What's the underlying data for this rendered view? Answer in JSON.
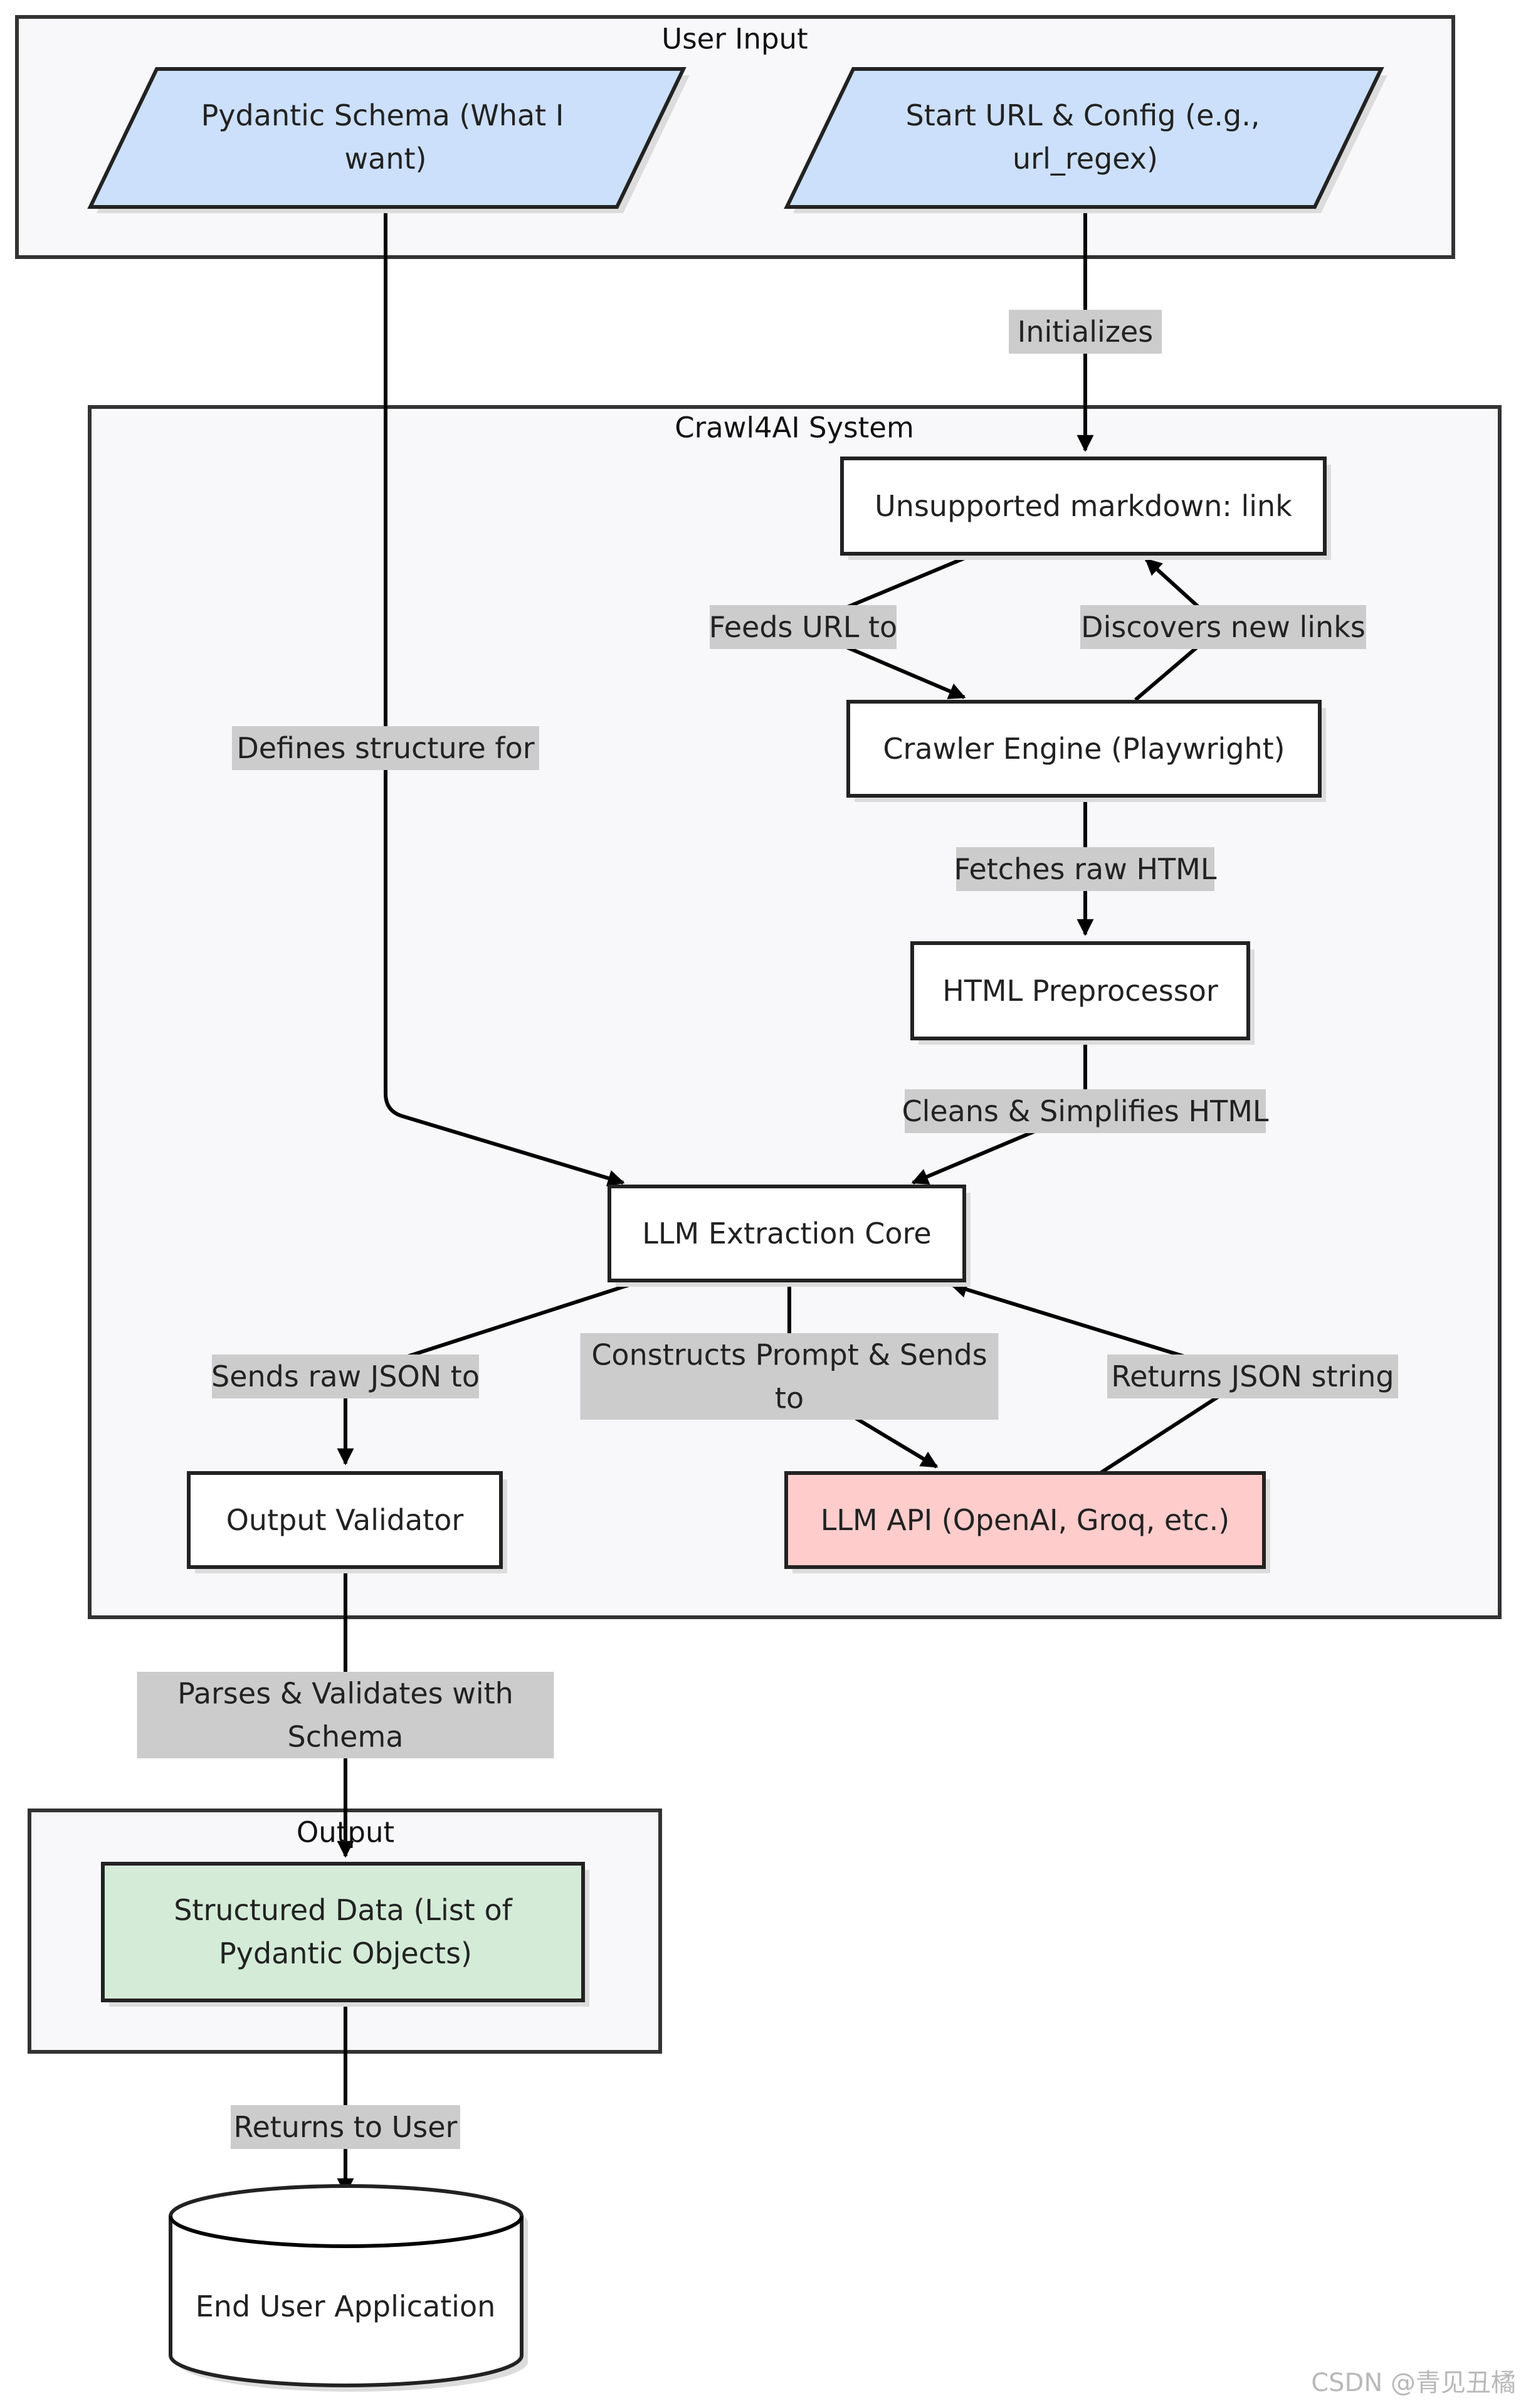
{
  "clusters": {
    "user_input": "User Input",
    "system": "Crawl4AI System",
    "output": "Output"
  },
  "nodes": {
    "schema": [
      "Pydantic Schema (What I",
      "want)"
    ],
    "start_url": [
      "Start URL & Config (e.g.,",
      "url_regex)"
    ],
    "markdown_link": [
      "Unsupported markdown: link"
    ],
    "crawler": [
      "Crawler Engine (Playwright)"
    ],
    "preprocessor": [
      "HTML Preprocessor"
    ],
    "llm_core": [
      "LLM Extraction Core"
    ],
    "validator": [
      "Output Validator"
    ],
    "llm_api": [
      "LLM API (OpenAI, Groq, etc.)"
    ],
    "structured": [
      "Structured Data (List of",
      "Pydantic Objects)"
    ],
    "end_app": [
      "End User Application"
    ]
  },
  "edges": {
    "initializes": [
      "Initializes"
    ],
    "feeds_url": [
      "Feeds URL to"
    ],
    "discovers": [
      "Discovers new links"
    ],
    "defines": [
      "Defines structure for"
    ],
    "fetches": [
      "Fetches raw HTML"
    ],
    "cleans": [
      "Cleans & Simplifies HTML"
    ],
    "sends_raw": [
      "Sends raw JSON to"
    ],
    "constructs": [
      "Constructs Prompt & Sends",
      "to"
    ],
    "returns_json": [
      "Returns JSON string"
    ],
    "parses": [
      "Parses & Validates with",
      "Schema"
    ],
    "returns_user": [
      "Returns to User"
    ]
  },
  "watermark": "CSDN @青见丑橘"
}
